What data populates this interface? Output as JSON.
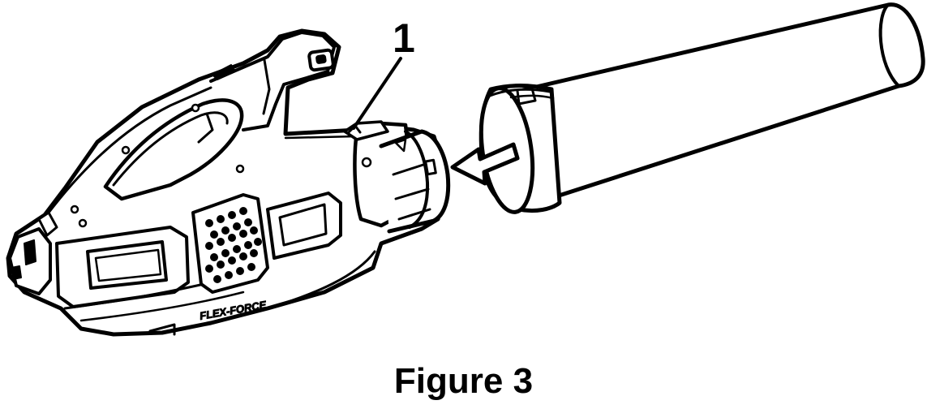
{
  "figure": {
    "caption": "Figure 3",
    "callout": "1",
    "brand_logo_text": "FLEX-FORCE"
  },
  "colors": {
    "line": "#000000",
    "fill": "#ffffff"
  },
  "icons": {
    "assembly_arrow": "arrow-left-icon"
  }
}
